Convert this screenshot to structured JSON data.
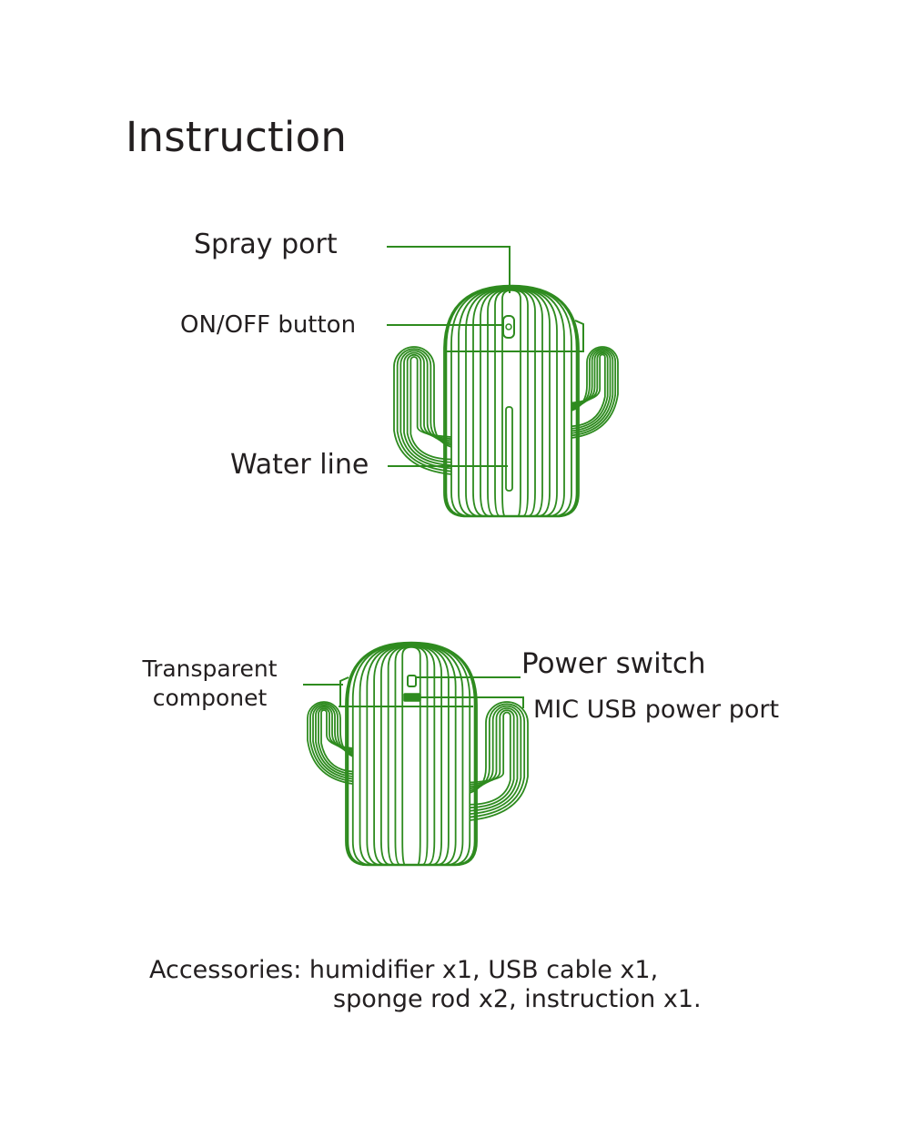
{
  "title": "Instruction",
  "top_figure": {
    "labels": {
      "spray_port": "Spray port",
      "on_off_button": "ON/OFF button",
      "water_line": "Water line"
    }
  },
  "bottom_figure": {
    "labels": {
      "transparent_component": "Transparent componet",
      "power_switch": "Power switch",
      "usb_power_port": "MIC USB power port"
    }
  },
  "accessories": {
    "line1": "Accessories: humidifier x1, USB cable x1,",
    "line2": "sponge rod x2, instruction x1."
  },
  "colors": {
    "outline": "#2e8b1f",
    "text": "#231f20"
  },
  "icons": [
    "cactus-humidifier-front-icon",
    "cactus-humidifier-back-icon"
  ]
}
